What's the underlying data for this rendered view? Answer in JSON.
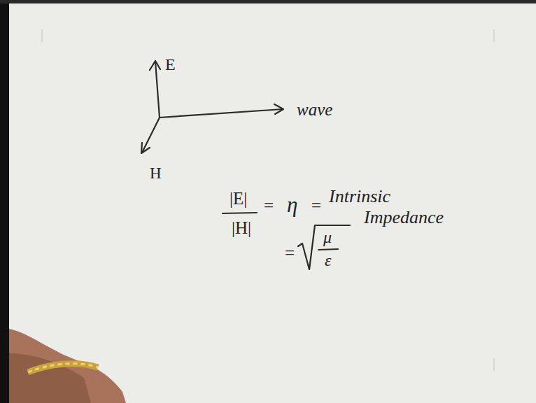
{
  "diagram": {
    "labels": [
      "E",
      "wave",
      "H",
      "|E|",
      "|H|",
      "=",
      "η",
      "=",
      "Intrinsic Impedance",
      "=",
      "μ",
      "ε"
    ]
  }
}
